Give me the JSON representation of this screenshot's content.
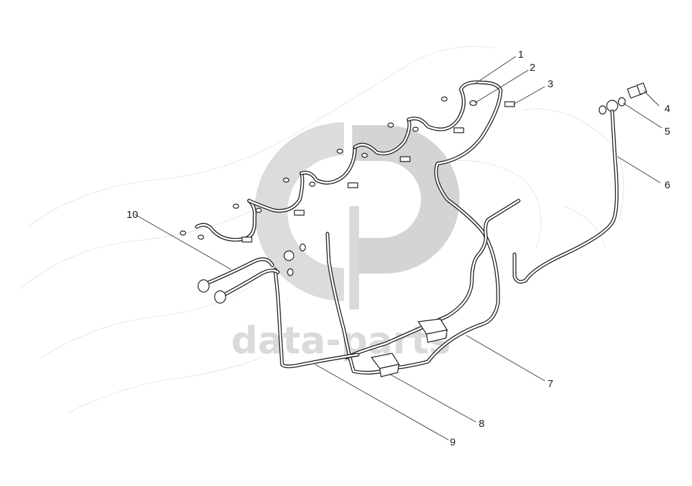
{
  "watermark": {
    "text": "data-parts",
    "color": "#d9d9d9"
  },
  "callouts": [
    "1",
    "2",
    "3",
    "4",
    "5",
    "6",
    "7",
    "8",
    "9",
    "10"
  ],
  "colors": {
    "line": "#1c1c1c",
    "background": "#ffffff",
    "watermark": "#d9d9d9"
  }
}
